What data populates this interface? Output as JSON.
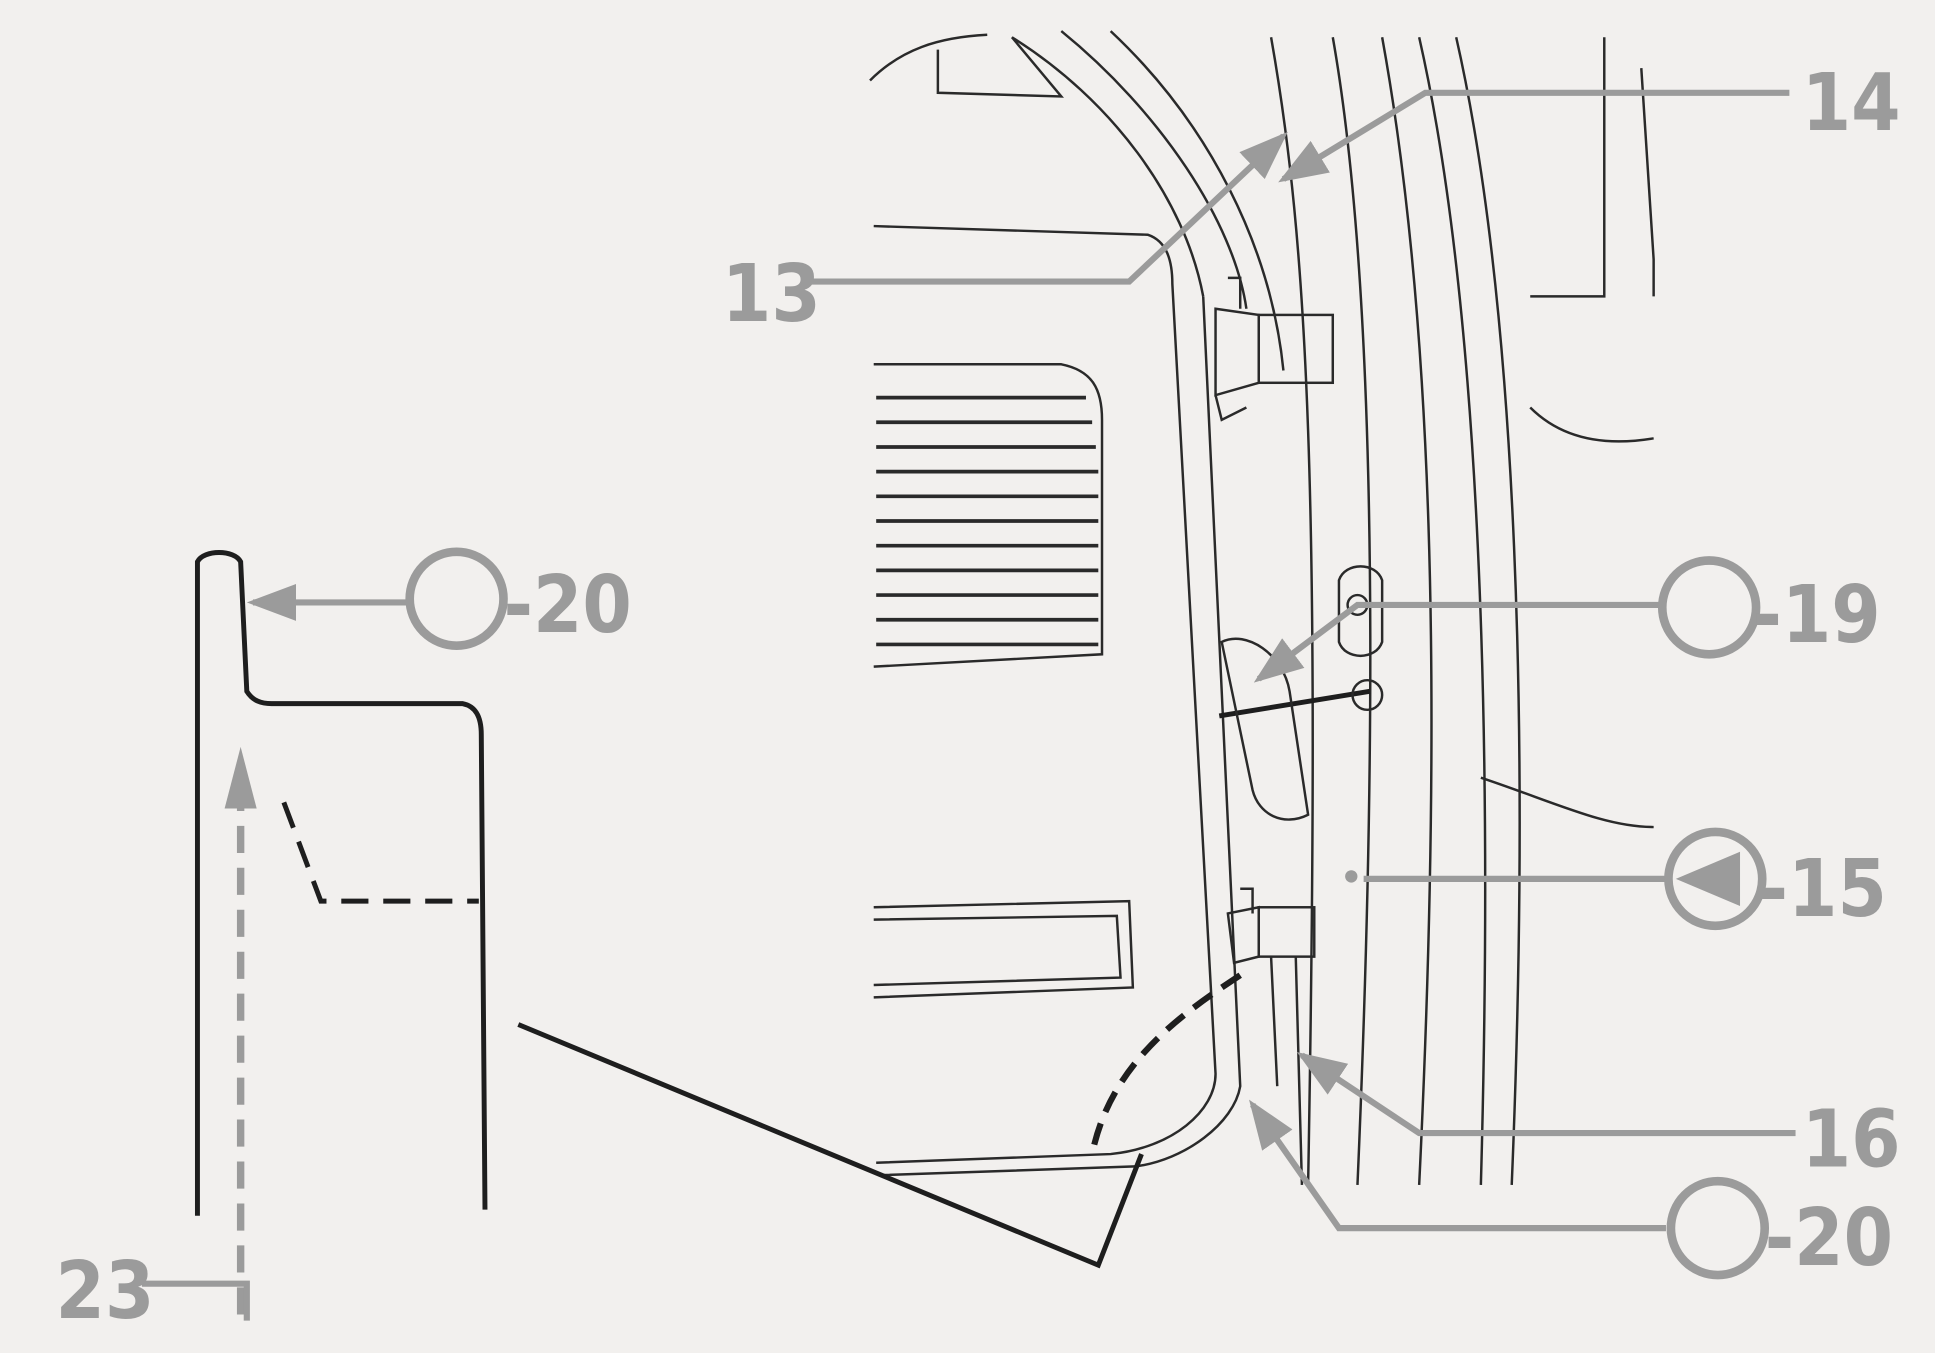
{
  "diagram": {
    "callouts": [
      {
        "id": "c14",
        "label": "14",
        "symbol": "none"
      },
      {
        "id": "c13",
        "label": "13",
        "symbol": "none"
      },
      {
        "id": "c20a",
        "label": "-20",
        "symbol": "circle"
      },
      {
        "id": "c19",
        "label": "-19",
        "symbol": "circle"
      },
      {
        "id": "c15",
        "label": "-15",
        "symbol": "circle-triangle"
      },
      {
        "id": "c16",
        "label": "16",
        "symbol": "none"
      },
      {
        "id": "c20b",
        "label": "-20",
        "symbol": "circle"
      },
      {
        "id": "c23",
        "label": "23",
        "symbol": "none"
      }
    ],
    "colors": {
      "background": "#f2f0ee",
      "callout": "#9b9b9b",
      "linework": "#2a2a2a"
    }
  }
}
